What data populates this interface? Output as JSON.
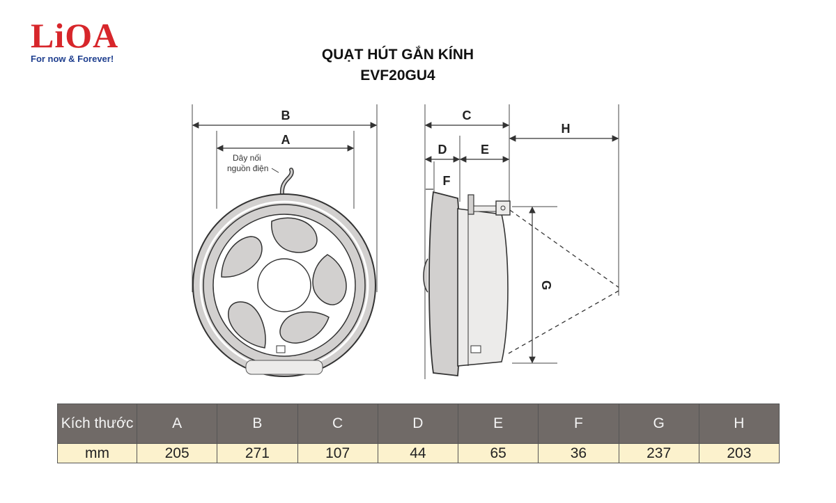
{
  "brand": {
    "logo_text": "LiOA",
    "tagline": "For now & Forever!",
    "logo_color": "#d7262b",
    "tagline_color": "#1f3f8f"
  },
  "title": {
    "line1": "QUẠT HÚT GẮN KÍNH",
    "line2": "EVF20GU4"
  },
  "diagram": {
    "front_view": {
      "label_b": "B",
      "label_a": "A",
      "cord_label_line1": "Dây nối",
      "cord_label_line2": "nguồn điện"
    },
    "side_view": {
      "label_c": "C",
      "label_d": "D",
      "label_e": "E",
      "label_f": "F",
      "label_g": "G",
      "label_h": "H"
    },
    "colors": {
      "fan_fill": "#d2d0cf",
      "line": "#333333"
    }
  },
  "table": {
    "header_label": "Kích thước",
    "unit": "mm",
    "columns": [
      "A",
      "B",
      "C",
      "D",
      "E",
      "F",
      "G",
      "H"
    ],
    "values": [
      "205",
      "271",
      "107",
      "44",
      "65",
      "36",
      "237",
      "203"
    ],
    "header_color": "#706a67",
    "value_row_color": "#fcf2cd"
  }
}
